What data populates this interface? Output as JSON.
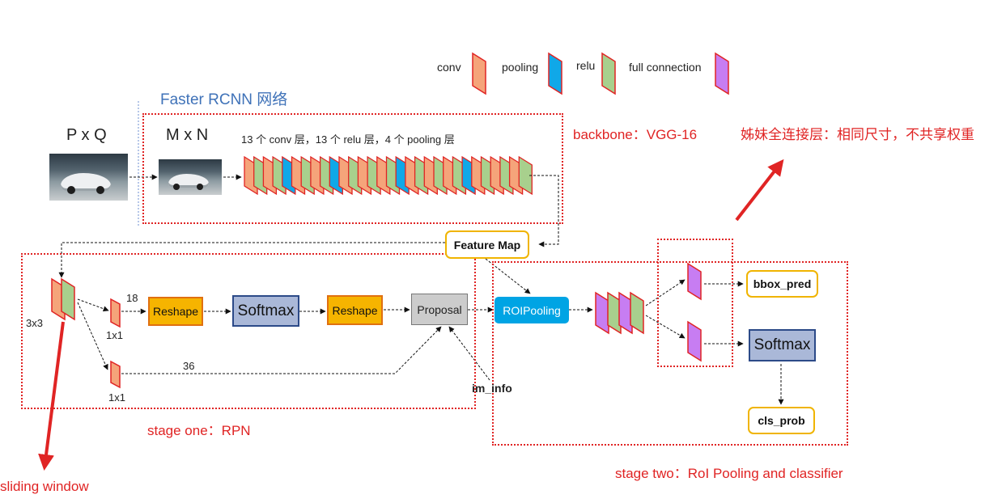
{
  "legend": {
    "conv": "conv",
    "pooling": "pooling",
    "relu": "relu",
    "fc": "full connection"
  },
  "colors": {
    "conv": "#f5a47a",
    "pooling": "#10a8e8",
    "relu": "#a8d08d",
    "fc": "#c77df2",
    "border_red": "#e02424",
    "reshape": "#f6b400",
    "softmax": "#aab8d8",
    "proposal": "#cccccc",
    "roipool": "#00a4e4",
    "highlight": "#f0b400",
    "annotation": "#e02424",
    "title_blue": "#3f72b8"
  },
  "title": "Faster RCNN 网络",
  "pq_label": "P x Q",
  "mn_label": "M x N",
  "backbone_caption": "13 个 conv 层，13 个 relu 层，4 个 pooling 层",
  "backbone_sequence": [
    "conv",
    "relu",
    "conv",
    "relu",
    "pooling",
    "conv",
    "relu",
    "conv",
    "relu",
    "pooling",
    "conv",
    "relu",
    "conv",
    "relu",
    "conv",
    "relu",
    "pooling",
    "conv",
    "relu",
    "conv",
    "relu",
    "conv",
    "relu",
    "pooling",
    "conv",
    "relu",
    "conv",
    "relu",
    "conv",
    "relu"
  ],
  "feature_map": "Feature Map",
  "annotations": {
    "backbone": "backbone：VGG-16",
    "sister": "姊妹全连接层：相同尺寸，不共享权重",
    "stage_one": "stage one：RPN",
    "stage_two": "stage two：RoI Pooling and classifier",
    "sliding": "sliding window"
  },
  "rpn": {
    "k3": "3x3",
    "k1_top": "1x1",
    "k1_bottom": "1x1",
    "n18": "18",
    "n36": "36",
    "reshape1": "Reshape",
    "softmax": "Softmax",
    "reshape2": "Reshape",
    "proposal": "Proposal",
    "im_info": "im_info"
  },
  "stage2": {
    "roipooling": "ROIPooling",
    "bbox_pred": "bbox_pred",
    "softmax": "Softmax",
    "cls_prob": "cls_prob"
  }
}
